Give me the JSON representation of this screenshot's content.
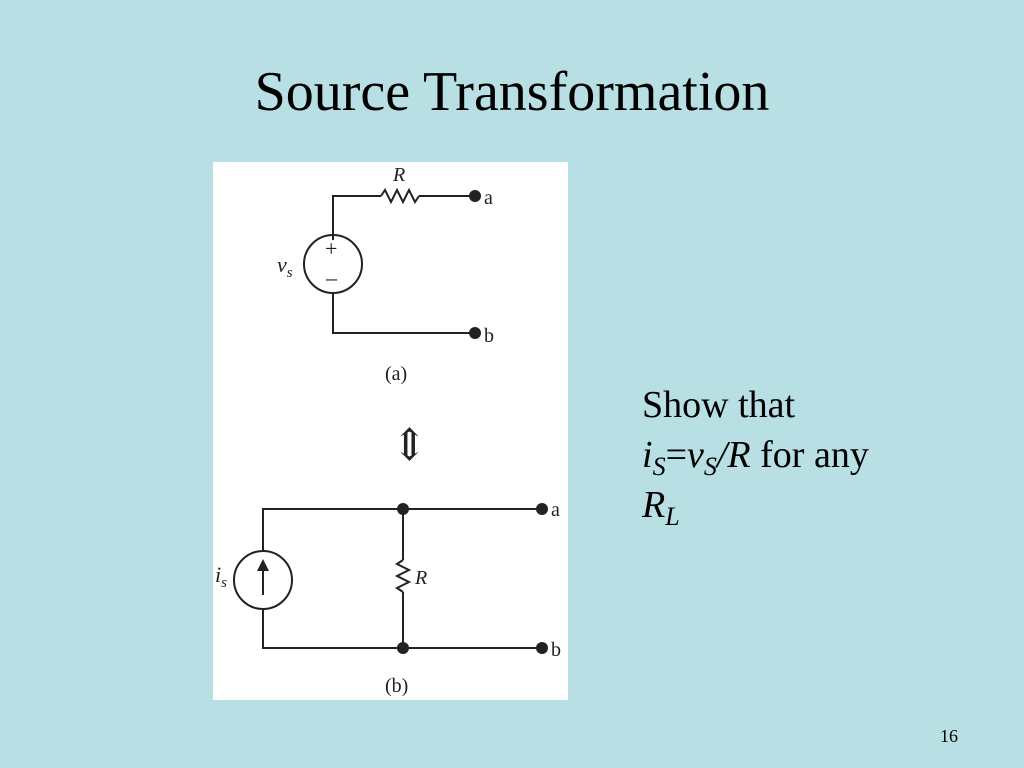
{
  "slide": {
    "title": "Source Transformation",
    "number": "16"
  },
  "figure": {
    "circuit_a": {
      "resistor_label": "R",
      "source_label_main": "v",
      "source_label_sub": "s",
      "plus": "+",
      "minus": "–",
      "terminal_a": "a",
      "terminal_b": "b",
      "caption": "(a)"
    },
    "equivalence_symbol": "⇕",
    "circuit_b": {
      "resistor_label": "R",
      "source_label_main": "i",
      "source_label_sub": "s",
      "terminal_a": "a",
      "terminal_b": "b",
      "caption": "(b)"
    }
  },
  "statement": {
    "line1": "Show that",
    "i": "i",
    "i_sub": "S",
    "equals": "=",
    "v": "v",
    "v_sub": "S",
    "slash_r": "/R",
    "rest": " for any",
    "r": "R",
    "r_sub": "L"
  }
}
